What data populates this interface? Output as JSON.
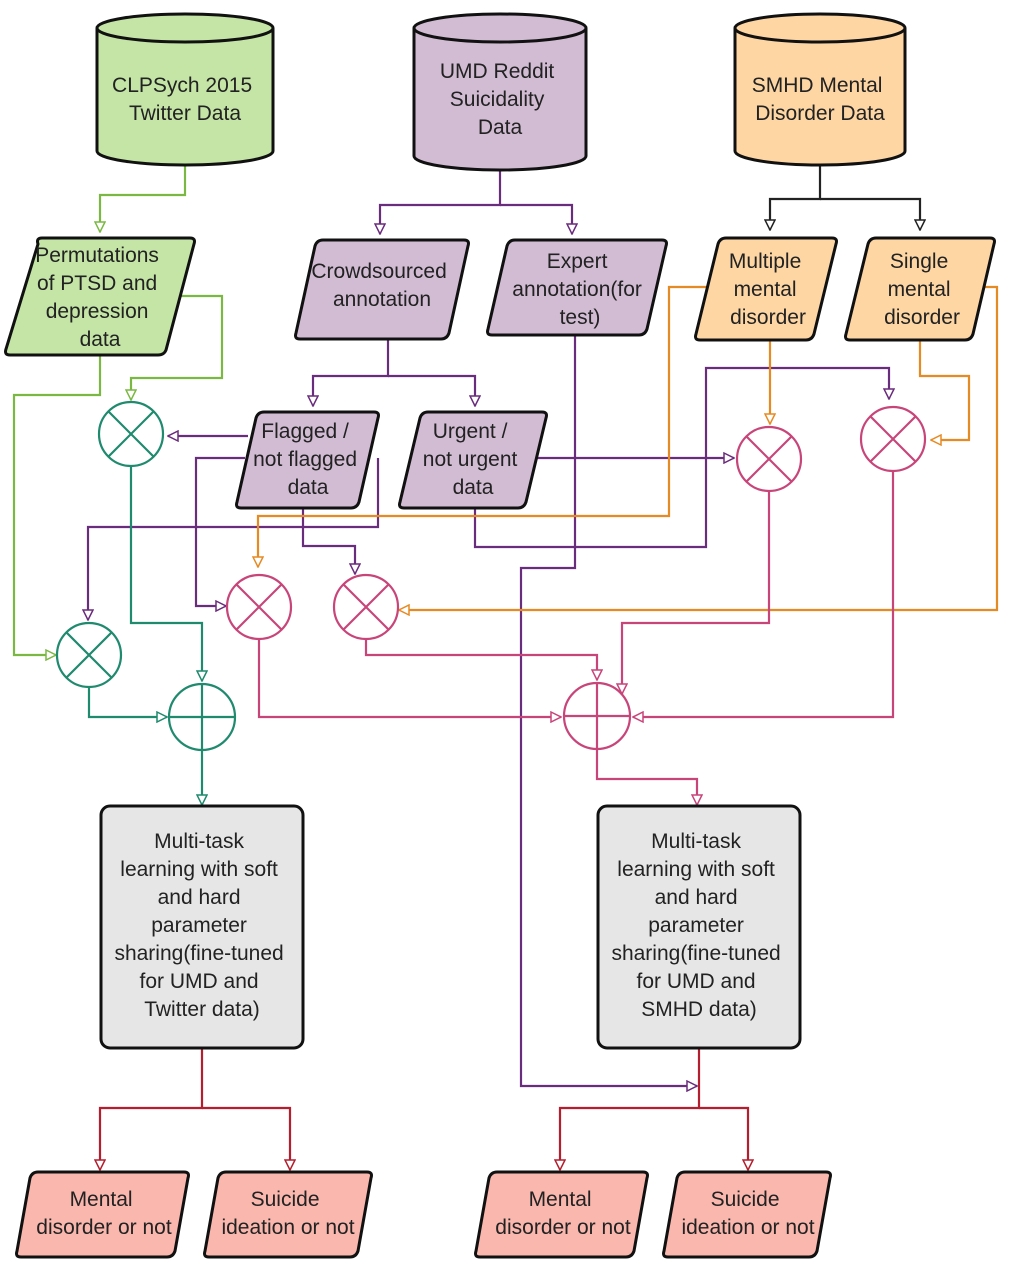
{
  "colors": {
    "green_fill": "#c4e5a6",
    "purple_fill": "#d2bcd4",
    "orange_fill": "#fdd6a4",
    "gray_fill": "#e6e6e6",
    "red_fill": "#f9b7ae",
    "green_line": "#7bb843",
    "purple_line": "#6a2c7c",
    "orange_line": "#e68a24",
    "teal_line": "#1f8a6e",
    "pink_line": "#c8457a",
    "red_line": "#b41e2e",
    "black_line": "#222222"
  },
  "sources": {
    "twitter": [
      "CLPSych 2015",
      "Twitter Data"
    ],
    "reddit": [
      "UMD Reddit",
      "Suicidality",
      "Data"
    ],
    "smhd": [
      "SMHD Mental",
      "Disorder Data"
    ]
  },
  "nodes": {
    "permutations": [
      "Permutations",
      "of PTSD and",
      "depression",
      "data"
    ],
    "crowdsourced": [
      "Crowdsourced",
      "annotation"
    ],
    "expert": [
      "Expert",
      "annotation(for",
      "test)"
    ],
    "multiple": [
      "Multiple",
      "mental",
      "disorder"
    ],
    "single": [
      "Single",
      "mental",
      "disorder"
    ],
    "flagged": [
      "Flagged /",
      "not flagged",
      "data"
    ],
    "urgent": [
      "Urgent /",
      "not urgent",
      "data"
    ]
  },
  "models": {
    "left": [
      "Multi-task",
      "learning with soft",
      "and hard",
      "parameter",
      "sharing(fine-tuned",
      "for UMD and",
      "Twitter data)"
    ],
    "right": [
      "Multi-task",
      "learning with soft",
      "and hard",
      "parameter",
      "sharing(fine-tuned",
      "for UMD and",
      "SMHD data)"
    ]
  },
  "outputs": {
    "left_mental": [
      "Mental",
      "disorder or not"
    ],
    "left_suicide": [
      "Suicide",
      "ideation or not"
    ],
    "right_mental": [
      "Mental",
      "disorder or not"
    ],
    "right_suicide": [
      "Suicide",
      "ideation or not"
    ]
  }
}
